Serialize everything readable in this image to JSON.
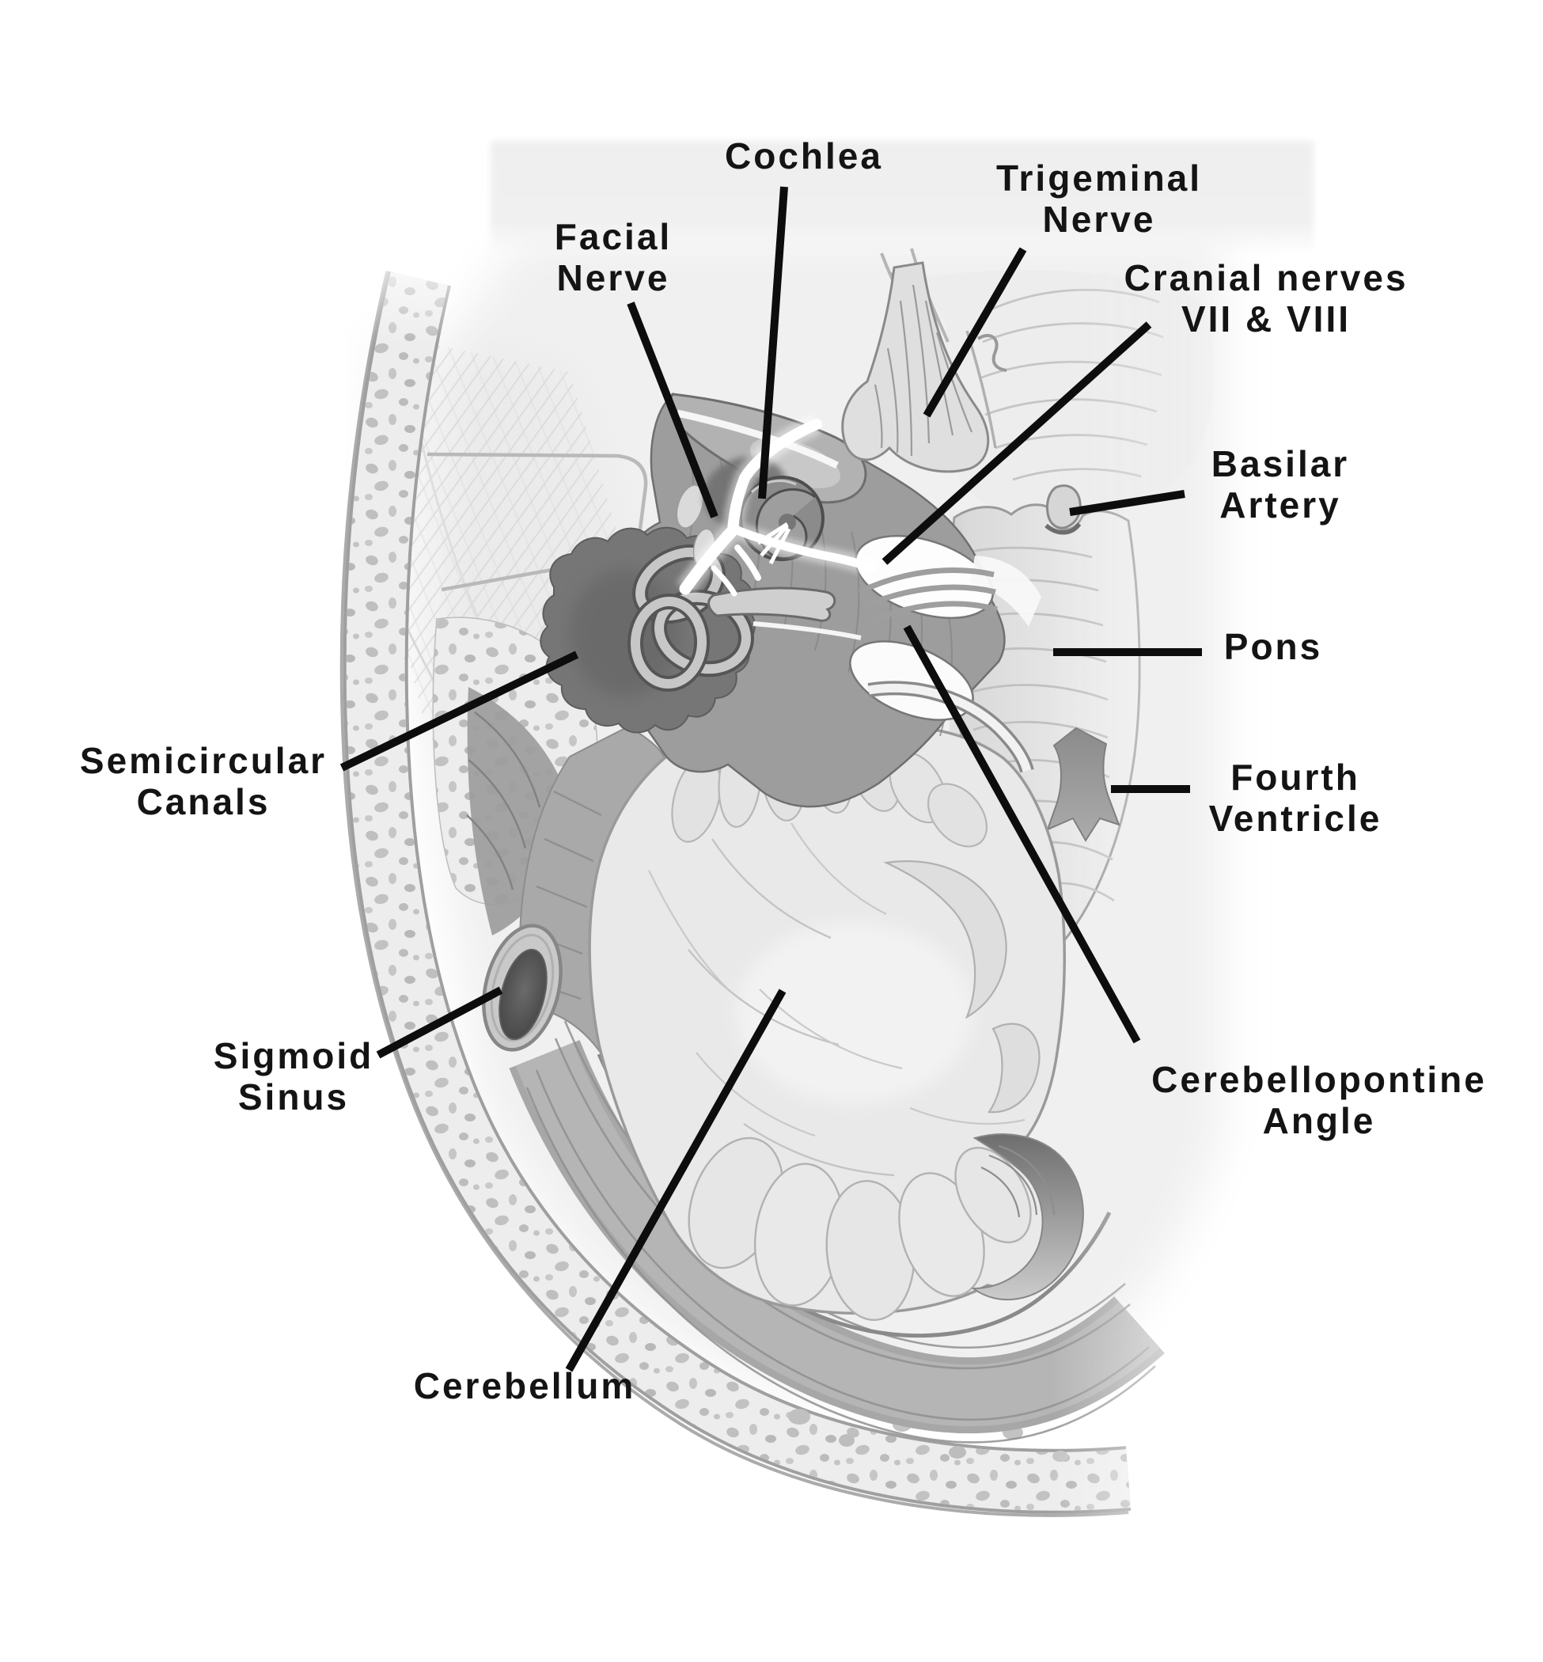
{
  "diagram": {
    "labels": [
      {
        "id": "cochlea",
        "lines": [
          "Cochlea"
        ]
      },
      {
        "id": "facial-nerve",
        "lines": [
          "Facial",
          "Nerve"
        ]
      },
      {
        "id": "trigeminal-nerve",
        "lines": [
          "Trigeminal",
          "Nerve"
        ]
      },
      {
        "id": "cranial-nerves-vii-viii",
        "lines": [
          "Cranial nerves",
          "VII & VIII"
        ]
      },
      {
        "id": "basilar-artery",
        "lines": [
          "Basilar",
          "Artery"
        ]
      },
      {
        "id": "pons",
        "lines": [
          "Pons"
        ]
      },
      {
        "id": "fourth-ventricle",
        "lines": [
          "Fourth",
          "Ventricle"
        ]
      },
      {
        "id": "cerebellopontine-angle",
        "lines": [
          "Cerebellopontine",
          "Angle"
        ]
      },
      {
        "id": "semicircular-canals",
        "lines": [
          "Semicircular",
          "Canals"
        ]
      },
      {
        "id": "sigmoid-sinus",
        "lines": [
          "Sigmoid",
          "Sinus"
        ]
      },
      {
        "id": "cerebellum",
        "lines": [
          "Cerebellum"
        ]
      }
    ],
    "structures": [
      "skull-bone",
      "scalp",
      "temporal-lobe-gyri",
      "petrous-ridge",
      "cochlea-spiral",
      "facial-nerve-branches",
      "semicircular-canal-loops",
      "trigeminal-nerve-bundle",
      "cranial-nerve-vii-viii-bundle",
      "basilar-artery-tube",
      "pons-mass",
      "fourth-ventricle-shape",
      "cerebellum-folia",
      "cerebellar-tonsil-curl",
      "dura-tentorium-band",
      "sigmoid-sinus-opening"
    ],
    "colors": {
      "label_text": "#141414",
      "leader_line": "#0d0d0d",
      "paper_wash": "#f0f0f0",
      "bone_fill": "#ededed",
      "bone_speckle": "#bfbfbf",
      "ridge": "#9d9d9d",
      "dark_labyrinth_mass": "#767676",
      "cerebellum_fill": "#e9e9e9",
      "pons_fill": "#d7d7d7",
      "white_nerve": "#ffffff",
      "ventricle": "#8f8f8f"
    }
  }
}
